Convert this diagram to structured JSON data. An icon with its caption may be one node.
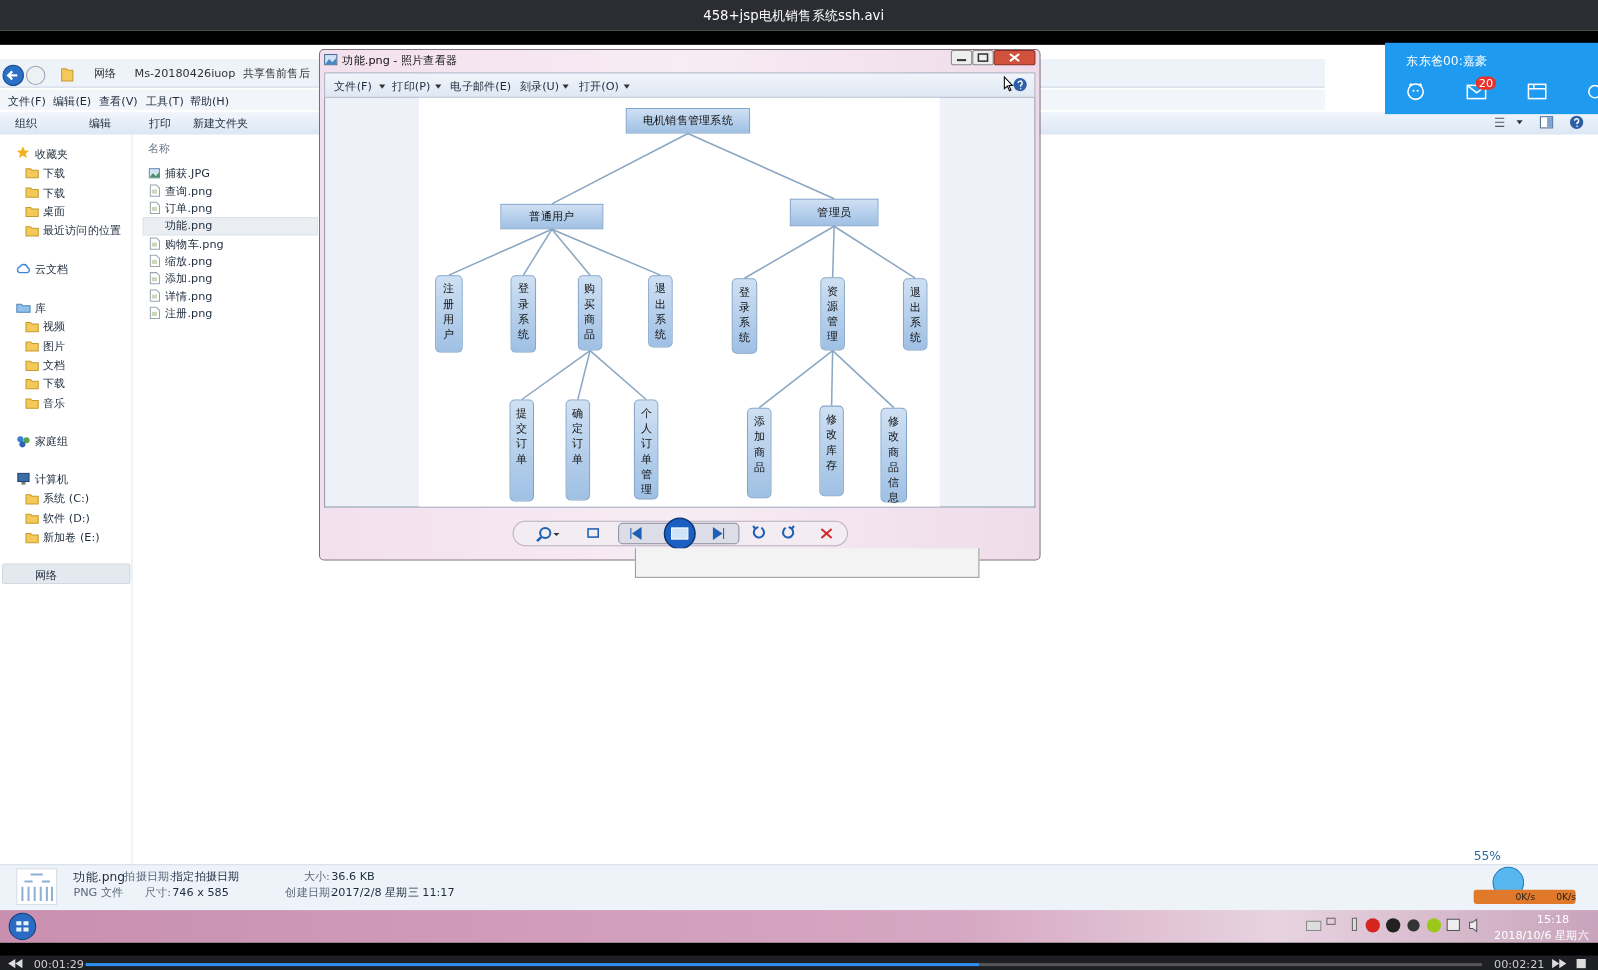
{
  "diagram": {
    "nodes": [
      {
        "text": [
          "电机销售管理系统"
        ]
      },
      {
        "text": [
          "普通用户"
        ]
      },
      {
        "text": [
          "管理员"
        ]
      },
      {
        "text": [
          "注册用户"
        ]
      },
      {
        "text": [
          "登录系统"
        ]
      },
      {
        "text": [
          "购买商品"
        ]
      },
      {
        "text": [
          "退出系统"
        ]
      },
      {
        "text": [
          "登录系统"
        ]
      },
      {
        "text": [
          "资源管理"
        ]
      },
      {
        "text": [
          "退出系统"
        ]
      },
      {
        "text": [
          "提交订单"
        ]
      },
      {
        "text": [
          "确定订单"
        ]
      },
      {
        "text": [
          "个人订单管理"
        ]
      },
      {
        "text": [
          "添加商品"
        ]
      },
      {
        "text": [
          "修改库存"
        ]
      },
      {
        "text": [
          "修改商品信息"
        ]
      }
    ],
    "edges": [
      {
        "from": 0,
        "to": 1,
        "arrow": "none"
      },
      {
        "from": 0,
        "to": 2,
        "arrow": "none"
      },
      {
        "from": 1,
        "to": 3,
        "arrow": "none"
      },
      {
        "from": 1,
        "to": 4,
        "arrow": "none"
      },
      {
        "from": 1,
        "to": 5,
        "arrow": "none"
      },
      {
        "from": 1,
        "to": 6,
        "arrow": "none"
      },
      {
        "from": 2,
        "to": 7,
        "arrow": "none"
      },
      {
        "from": 2,
        "to": 8,
        "arrow": "none"
      },
      {
        "from": 2,
        "to": 9,
        "arrow": "none"
      },
      {
        "from": 5,
        "to": 10,
        "arrow": "none"
      },
      {
        "from": 5,
        "to": 11,
        "arrow": "none"
      },
      {
        "from": 5,
        "to": 12,
        "arrow": "none"
      },
      {
        "from": 8,
        "to": 13,
        "arrow": "none"
      },
      {
        "from": 8,
        "to": 14,
        "arrow": "none"
      },
      {
        "from": 8,
        "to": 15,
        "arrow": "none"
      }
    ],
    "labels": [
      "458+jsp电机销售系统ssh.avi",
      "网络",
      "Ms-20180426iuop",
      "共享售前售后",
      "文件(F)",
      "编辑(E)",
      "查看(V)",
      "工具(T)",
      "帮助(H)",
      "组织",
      "编辑",
      "打印",
      "新建文件夹",
      "收藏夹",
      "下载",
      "下载",
      "桌面",
      "最近访问的位置",
      "云文档",
      "库",
      "视频",
      "图片",
      "文档",
      "下载",
      "音乐",
      "家庭组",
      "计算机",
      "系统 (C:)",
      "软件 (D:)",
      "新加卷 (E:)",
      "网络",
      "名称",
      "捕获.JPG",
      "查询.png",
      "订单.png",
      "功能.png",
      "购物车.png",
      "缩放.png",
      "添加.png",
      "详情.png",
      "注册.png",
      "功能.png - 照片查看器",
      "文件(F)",
      "打印(P)",
      "电子邮件(E)",
      "刻录(U)",
      "打开(O)",
      "东东爸00:嘉豪",
      "20",
      "功能.png",
      "拍摄日期:",
      "指定拍摄日期",
      "PNG 文件",
      "尺寸:",
      "746 x 585",
      "大小:",
      "36.6 KB",
      "创建日期:",
      "2017/2/8 星期三 11:17",
      "55%",
      "0K/s",
      "0K/s",
      "15:18",
      "2018/10/6 星期六",
      "00:01:29",
      "00:02:21"
    ]
  }
}
